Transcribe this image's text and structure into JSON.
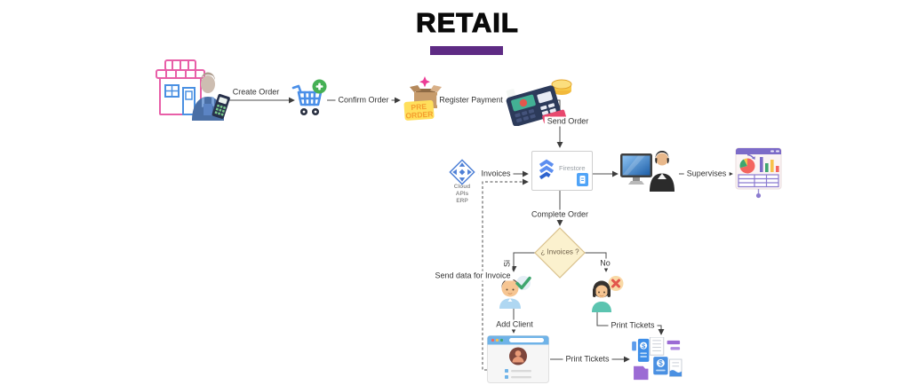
{
  "title": {
    "text": "RETAIL"
  },
  "edges": {
    "create_order": "Create Order",
    "confirm_order": "Confirm Order",
    "register_payment": "Register Payment",
    "send_order": "Send Order",
    "invoices": "Invoices",
    "supervises": "Supervises",
    "complete_order": "Complete Order",
    "si": "Si",
    "no": "No",
    "send_data_for_invoice": "Send data for Invoice",
    "add_client": "Add Client",
    "print_tickets_decision": "Print Tickets",
    "print_tickets_client": "Print Tickets"
  },
  "nodes": {
    "store": {
      "name": "store-with-cashier"
    },
    "cart": {
      "name": "shopping-cart-add"
    },
    "preorder": {
      "line1": "PRE",
      "line2": "ORDER"
    },
    "payment_terminal": {
      "name": "pos-terminal-with-card-and-coins"
    },
    "firestore": {
      "label": "Firestore"
    },
    "cloud": {
      "lines": [
        "Cloud",
        "APIs",
        "ERP"
      ]
    },
    "supervisor": {
      "name": "monitor-and-supervisor"
    },
    "dashboard": {
      "name": "charts-dashboard-board"
    },
    "decision": {
      "label": "¿ Invoices ?"
    },
    "client_yes": {
      "name": "person-with-check"
    },
    "client_no": {
      "name": "person-with-cross"
    },
    "client_card": {
      "name": "client-profile-window"
    },
    "tickets": {
      "name": "receipts-and-tickets"
    }
  },
  "icons": {
    "dollar": "$",
    "plus": "+",
    "check": "check-mark",
    "cross": "x-mark"
  },
  "colors": {
    "accent_purple": "#5E2B84",
    "line": "#4D4D4D",
    "diamond_fill": "#FBF1CE",
    "diamond_border": "#D9C18C",
    "firestore_blue": "#5C8EF0",
    "store_pink": "#E85FA8",
    "cart_blue": "#4A8FE8",
    "success_green": "#3FA56F",
    "error_red": "#E2574C",
    "ticket_purple": "#9B6BD4"
  }
}
